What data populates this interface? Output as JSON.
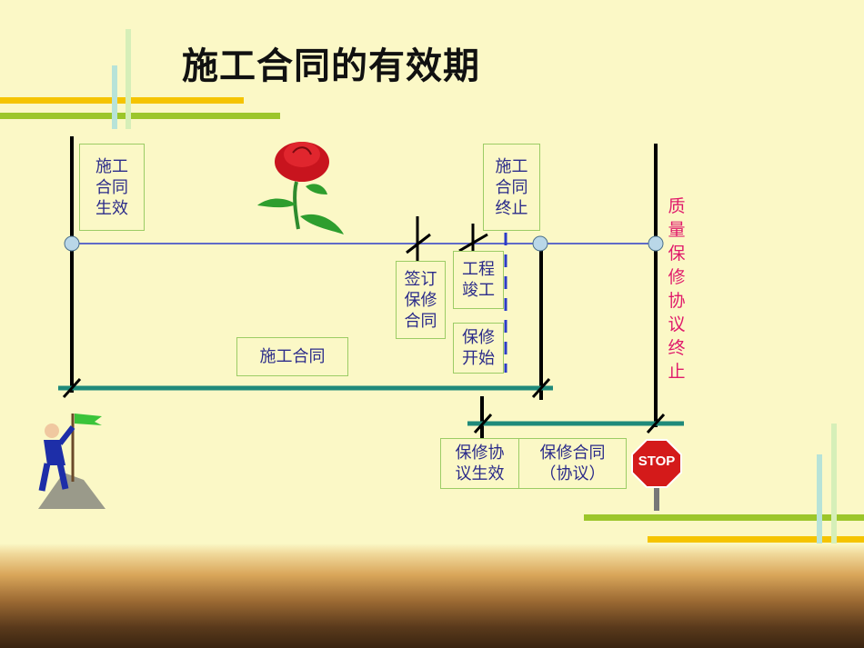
{
  "title": "施工合同的有效期",
  "labels": {
    "contract_effective": "施工\n合同\n生效",
    "contract_end": "施工\n合同\n终止",
    "sign_warranty": "签订\n保修\n合同",
    "project_complete": "工程\n竣工",
    "warranty_start": "保修\n开始",
    "construction_contract": "施工合同",
    "warranty_agreement_effective": "保修协\n议生效",
    "warranty_contract": "保修合同\n（协议）",
    "quality_warranty_end": "质量保修协议终止"
  },
  "stop_sign": "STOP",
  "colors": {
    "yellow_bar": "#f5c400",
    "green_bar": "#9cc62a",
    "teal_line": "#1f8a7a",
    "blue_line": "#2c3cc8",
    "pink_text": "#e01a6b",
    "box_text": "#2b2b8a"
  }
}
